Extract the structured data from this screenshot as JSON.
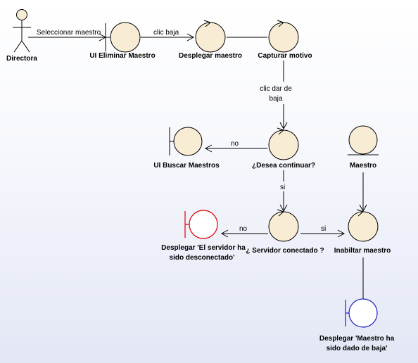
{
  "colors": {
    "object_fill": "#f8ecd4",
    "error_fill": "#ffffff",
    "error_stroke": "#e00000",
    "error_text": "#e00000",
    "info_fill": "#ffffff",
    "info_stroke": "#2020c0",
    "info_text": "#2020c0"
  },
  "nodes": {
    "actor": {
      "label": "Directora"
    },
    "ui_eliminar": {
      "label": "UI Eliminar Maestro",
      "kind": "boundary"
    },
    "desplegar": {
      "label": "Desplegar maestro",
      "kind": "control"
    },
    "capturar": {
      "label": "Capturar motivo",
      "kind": "control"
    },
    "ui_buscar": {
      "label": "UI Buscar Maestros",
      "kind": "boundary"
    },
    "desea": {
      "label": "¿Desea continuar?",
      "kind": "control"
    },
    "maestro": {
      "label": "Maestro",
      "kind": "entity"
    },
    "error_boundary": {
      "label_line1": "Desplegar 'El servidor ha",
      "label_line2": "sido desconectado'",
      "kind": "boundary"
    },
    "servidor": {
      "label": "¿ Servidor conectado ?",
      "kind": "control"
    },
    "inhabilitar": {
      "label": "Inabiltar maestro",
      "kind": "control"
    },
    "baja_boundary": {
      "label_line1": "Desplegar 'Maestro ha",
      "label_line2": "sido dado de baja'",
      "kind": "boundary"
    }
  },
  "edges": {
    "seleccionar": "Seleccionar maestro",
    "clic_baja": "clic baja",
    "clic_dar_line1": "clic dar de",
    "clic_dar_line2": "baja",
    "no_1": "no",
    "si_1": "si",
    "no_2": "no",
    "si_2": "si"
  }
}
